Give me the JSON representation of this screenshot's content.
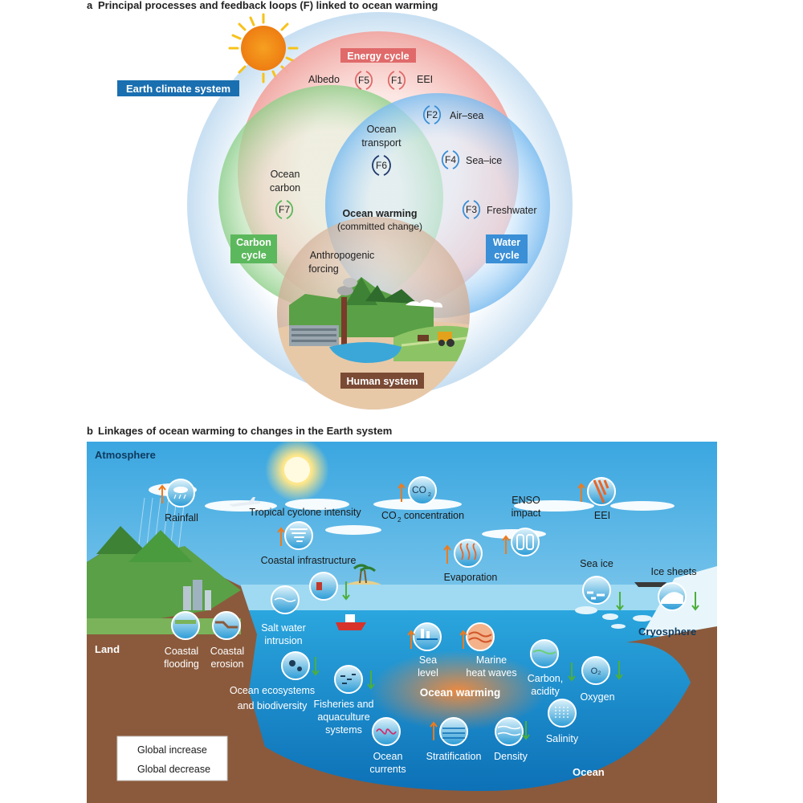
{
  "panel_a": {
    "heading_letter": "a",
    "heading": "Principal processes and feedback loops (F) linked to ocean warming",
    "earth_climate_system": "Earth climate system",
    "energy_cycle": "Energy cycle",
    "carbon_cycle": [
      "Carbon",
      "cycle"
    ],
    "water_cycle": [
      "Water",
      "cycle"
    ],
    "human_system": "Human system",
    "albedo": "Albedo",
    "eei": "EEI",
    "air_sea": "Air–sea",
    "sea_ice": "Sea–ice",
    "freshwater": "Freshwater",
    "ocean_transport": [
      "Ocean",
      "transport"
    ],
    "ocean_carbon": [
      "Ocean",
      "carbon"
    ],
    "ocean_warming": "Ocean warming",
    "committed_change": "(committed change)",
    "anthropogenic_forcing": [
      "Anthropogenic",
      "forcing"
    ],
    "loops": {
      "f1": "F1",
      "f2": "F2",
      "f3": "F3",
      "f4": "F4",
      "f5": "F5",
      "f6": "F6",
      "f7": "F7"
    },
    "colors": {
      "energy": "#e06a6a",
      "carbon": "#5cb85c",
      "water": "#3a8fd6",
      "human": "#7a4a35",
      "earth": "#1a6fb0"
    }
  },
  "panel_b": {
    "heading_letter": "b",
    "heading": "Linkages of ocean warming to changes in the Earth system",
    "atmosphere": "Atmosphere",
    "land": "Land",
    "ocean": "Ocean",
    "cryosphere": "Cryosphere",
    "ocean_warming": "Ocean warming",
    "items": {
      "rainfall": "Rainfall",
      "tropical_cyclone": "Tropical cyclone intensity",
      "co2_symbol": "CO",
      "co2_sub": "2",
      "co2_label": "concentration",
      "enso": [
        "ENSO",
        "impact"
      ],
      "eei": "EEI",
      "coastal_infrastructure": "Coastal infrastructure",
      "evaporation": "Evaporation",
      "sea_ice": "Sea ice",
      "ice_sheets": "Ice sheets",
      "salt_water": [
        "Salt water",
        "intrusion"
      ],
      "coastal_flooding": [
        "Coastal",
        "flooding"
      ],
      "coastal_erosion": [
        "Coastal",
        "erosion"
      ],
      "sea_level": [
        "Sea",
        "level"
      ],
      "marine_heat_waves": [
        "Marine",
        "heat waves"
      ],
      "carbon_acidity": [
        "Carbon,",
        "acidity"
      ],
      "oxygen": "Oxygen",
      "ocean_ecosystems": [
        "Ocean ecosystems",
        "and biodiversity"
      ],
      "fisheries": [
        "Fisheries and",
        "aquaculture",
        "systems"
      ],
      "salinity": "Salinity",
      "ocean_currents": [
        "Ocean",
        "currents"
      ],
      "stratification": "Stratification",
      "density": "Density"
    },
    "legend": {
      "increase": "Global increase",
      "decrease": "Global decrease"
    },
    "colors": {
      "increase": "#f07a1a",
      "decrease": "#4caf3a",
      "sky": "#6fc1ea",
      "ocean": "#1f8fd0",
      "land": "#8b5a3c"
    }
  }
}
